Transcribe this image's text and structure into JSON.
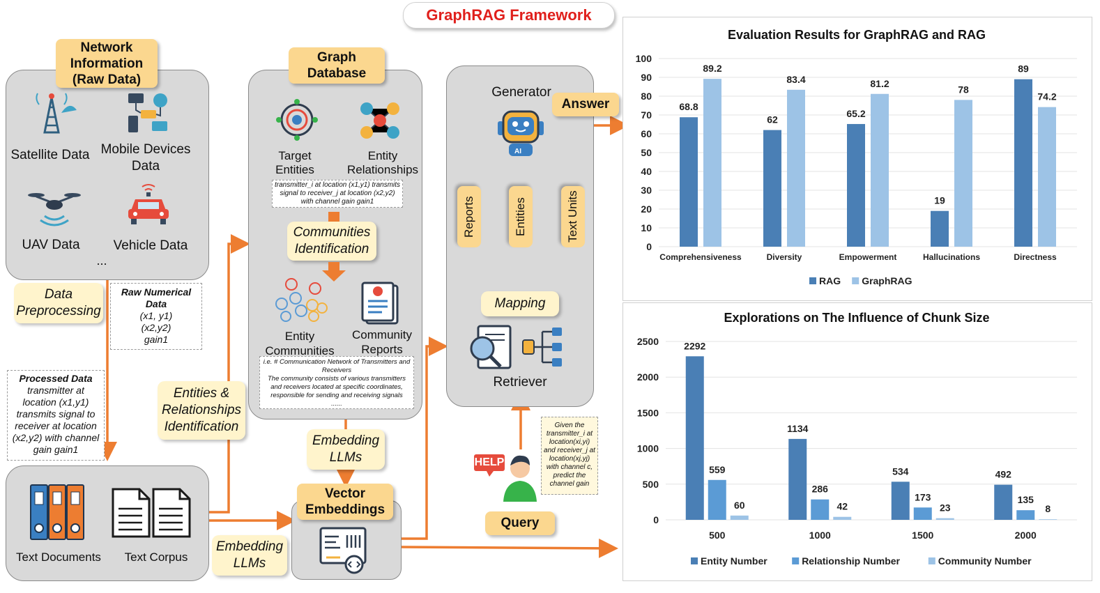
{
  "title": "GraphRAG Framework",
  "network": {
    "title": "Network Information (Raw Data)",
    "items": [
      "Satellite Data",
      "Mobile Devices Data",
      "UAV Data",
      "Vehicle Data"
    ],
    "ellipsis": "..."
  },
  "data_preprocessing": "Data Preprocessing",
  "raw_numerical": {
    "title": "Raw Numerical Data",
    "lines": [
      "(x1, y1)",
      "(x2,y2)",
      "gain1"
    ]
  },
  "processed": {
    "title": "Processed Data",
    "text": "transmitter at location (x1,y1) transmits signal to receiver at location (x2,y2) with channel gain gain1"
  },
  "corpus": {
    "documents": "Text Documents",
    "corpus": "Text Corpus"
  },
  "entities_identification": "Entities & Relationships Identification",
  "embedding_llms": "Embedding LLMs",
  "graph_db": {
    "title": "Graph Database",
    "target": "Target Entities",
    "relationships": "Entity Relationships",
    "triple_text": "transmitter_i at location (x1,y1) transmits signal to receiver_j at location (x2,y2) with channel gain gain1",
    "communities_id": "Communities Identification",
    "entity_communities": "Entity Communities",
    "community_reports": "Community Reports",
    "report_title": "i.e. # Communication Network of Transmitters and Receivers",
    "report_body": "The community consists of various transmitters and receivers located at specific coordinates, responsible for sending and receiving signals",
    "report_dots": "......"
  },
  "vector": {
    "title": "Vector Embeddings"
  },
  "generator": {
    "title": "Generator",
    "answer": "Answer",
    "reports": "Reports",
    "entities": "Entities",
    "text_units": "Text Units",
    "mapping": "Mapping",
    "retriever": "Retriever"
  },
  "query": {
    "help": "HELP",
    "label": "Query",
    "text": "Given the transmitter_i at location(xi,yi) and receiver_j at location(xj,yj) with channel c, predict the channel gain"
  },
  "colors": {
    "dark_blue": "#4a7fb5",
    "mid_blue": "#5b9bd5",
    "light_blue": "#9dc3e6",
    "orange": "#ed7d31",
    "title_red": "#e0201c"
  },
  "chart_data": [
    {
      "type": "bar",
      "title": "Evaluation Results for GraphRAG and RAG",
      "categories": [
        "Comprehensiveness",
        "Diversity",
        "Empowerment",
        "Hallucinations",
        "Directness"
      ],
      "series": [
        {
          "name": "RAG",
          "values": [
            68.8,
            62,
            65.2,
            19,
            89
          ]
        },
        {
          "name": "GraphRAG",
          "values": [
            89.2,
            83.4,
            81.2,
            78,
            74.2
          ]
        }
      ],
      "ylim": [
        0,
        100
      ],
      "yticks": [
        0,
        10,
        20,
        30,
        40,
        50,
        60,
        70,
        80,
        90,
        100
      ],
      "legend": "bottom"
    },
    {
      "type": "bar",
      "title": "Explorations on The Influence of Chunk Size",
      "categories": [
        "500",
        "1000",
        "1500",
        "2000"
      ],
      "series": [
        {
          "name": "Entity Number",
          "values": [
            2292,
            1134,
            534,
            492
          ]
        },
        {
          "name": "Relationship Number",
          "values": [
            559,
            286,
            173,
            135
          ]
        },
        {
          "name": "Community Number",
          "values": [
            60,
            42,
            23,
            8
          ]
        }
      ],
      "ylim": [
        0,
        2500
      ],
      "yticks": [
        0,
        500,
        1000,
        1500,
        2000,
        2500
      ],
      "legend": "bottom"
    }
  ]
}
